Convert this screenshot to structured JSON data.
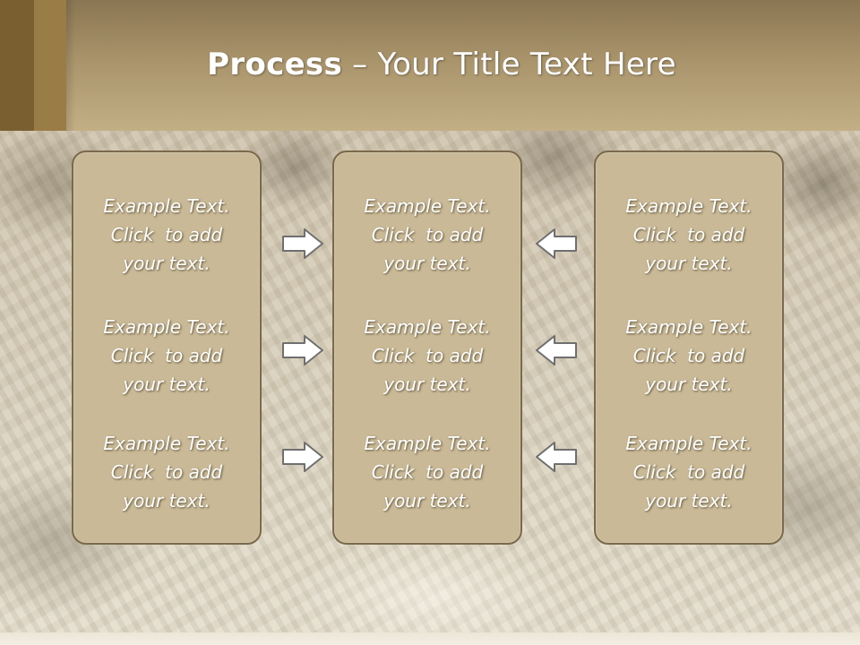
{
  "slide": {
    "title_bold": "Process",
    "title_rest": " – Your Title Text Here"
  },
  "panels": [
    {
      "items": [
        [
          "Example Text.",
          "Click  to add",
          "your text."
        ],
        [
          "Example Text.",
          "Click  to add",
          "your text."
        ],
        [
          "Example Text.",
          "Click  to add",
          "your text."
        ]
      ]
    },
    {
      "items": [
        [
          "Example Text.",
          "Click  to add",
          "your text."
        ],
        [
          "Example Text.",
          "Click  to add",
          "your text."
        ],
        [
          "Example Text.",
          "Click  to add",
          "your text."
        ]
      ]
    },
    {
      "items": [
        [
          "Example Text.",
          "Click  to add",
          "your text."
        ],
        [
          "Example Text.",
          "Click  to add",
          "your text."
        ],
        [
          "Example Text.",
          "Click  to add",
          "your text."
        ]
      ]
    }
  ],
  "arrows": {
    "left_column": "right-arrow-icon",
    "right_column": "left-arrow-icon"
  },
  "colors": {
    "panel_fill": "#c9b996",
    "panel_border": "#7a6a4c",
    "header": "#a8936b",
    "text": "#ffffff"
  }
}
